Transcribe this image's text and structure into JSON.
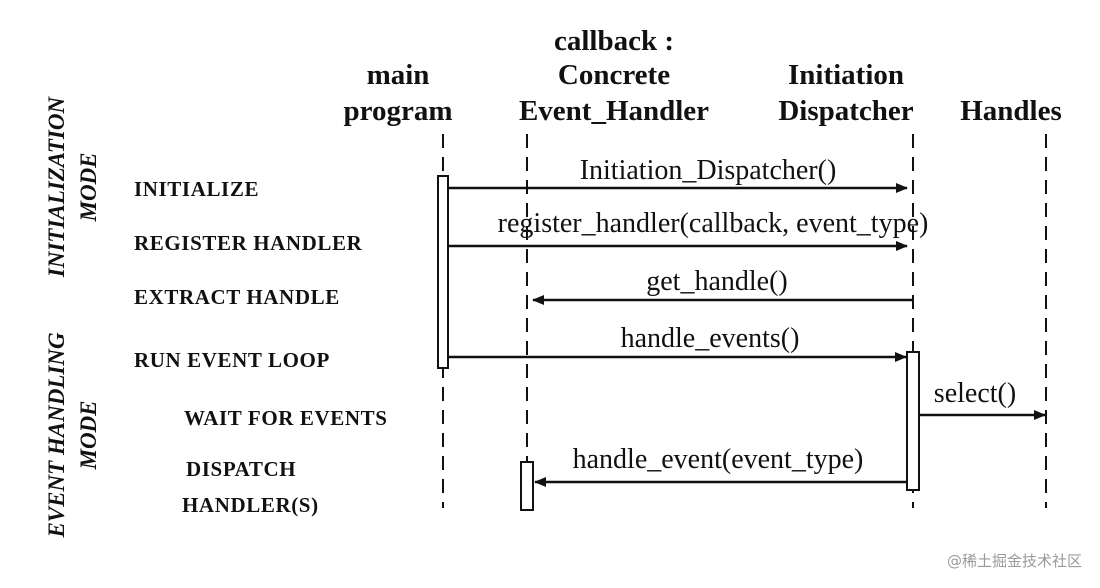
{
  "participants": {
    "main": [
      "main",
      "program"
    ],
    "callback": [
      "callback :",
      "Concrete",
      "Event_Handler"
    ],
    "dispatcher": [
      "Initiation",
      "Dispatcher"
    ],
    "handles": [
      "Handles"
    ]
  },
  "modes": {
    "initialization": [
      "INITIALIZATION",
      "MODE"
    ],
    "event_handling": [
      "EVENT HANDLING",
      "MODE"
    ]
  },
  "steps": {
    "initialize": "INITIALIZE",
    "register_handler": "REGISTER  HANDLER",
    "extract_handle": "EXTRACT  HANDLE",
    "run_event_loop": "RUN  EVENT  LOOP",
    "wait_for_events": "WAIT  FOR  EVENTS",
    "dispatch_handler": [
      "DISPATCH",
      "HANDLER(S)"
    ]
  },
  "messages": {
    "ctor": "Initiation_Dispatcher()",
    "register": "register_handler(callback, event_type)",
    "get_handle": "get_handle()",
    "handle_events": "handle_events()",
    "select": "select()",
    "handle_event": "handle_event(event_type)"
  },
  "watermark": "@稀土掘金技术社区"
}
